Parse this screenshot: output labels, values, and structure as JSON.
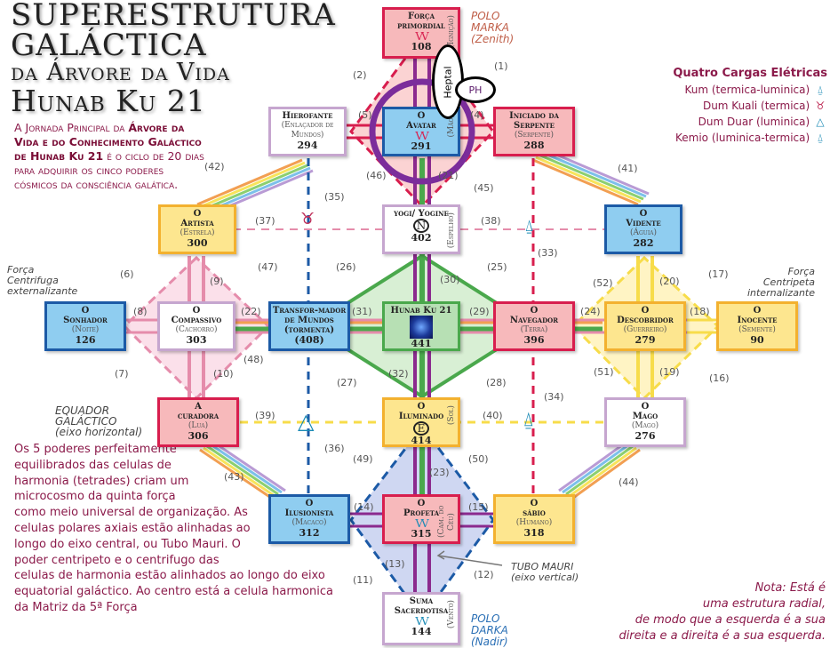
{
  "title": {
    "line1": "SUPERESTRUTURA",
    "line2": "GALÁCTICA",
    "line3": "da Árvore da Vida",
    "line4": "Hunab Ku 21"
  },
  "intro": {
    "part1": "A Jornada Principal da",
    "bold": "Árvore da Vida e do Conhecimento Galáctico de Hunab Ku 21",
    "part2": "é o ciclo de 20 dias para adquirir os cinco poderes cósmicos da consciência galática."
  },
  "body_text": "Os 5 poderes perfeitamente equilibrados das celulas de harmonia (tetrades) criam um microcosmo da quinta força como meio universal de organização. As celulas polares axiais estão alinhadas ao longo do eixo central, ou Tubo Mauri. O poder centripeto e o centrifugo das celulas de harmonia estão alinhados ao longo do eixo equatorial galáctico. Ao centro está a celula harmonica da Matriz da 5ª Força",
  "note": [
    "Nota: Está é",
    "uma estrutura radial,",
    "de modo que a esquerda é a sua",
    "direita e a direita é a sua esquerda."
  ],
  "labels": {
    "centrifuga": [
      "Força",
      "Centrifuga",
      "externalizante"
    ],
    "centripeta": [
      "Força",
      "Centripeta",
      "internalizante"
    ],
    "equador": [
      "EQUADOR",
      "GALÁCTICO",
      "(eixo horizontal)"
    ],
    "tubo": [
      "TUBO MAURI",
      "(eixo vertical)"
    ],
    "polo_marka": [
      "POLO",
      "MARKA",
      "(Zenith)"
    ],
    "polo_darka": [
      "POLO",
      "DARKA",
      "(Nadir)"
    ]
  },
  "legend": {
    "title": "Quatro Cargas Elétricas",
    "items": [
      {
        "label": "Kum (termica-luminica)",
        "icon": "kum-icon",
        "glyph": "⍙"
      },
      {
        "label": "Dum Kuali (termica)",
        "icon": "dum-kuali-icon",
        "glyph": "♉"
      },
      {
        "label": "Dum Duar (luminica)",
        "icon": "dum-duar-icon",
        "glyph": "△"
      },
      {
        "label": "Kemio (luminica-termica)",
        "icon": "kemio-icon",
        "glyph": "⍙"
      }
    ]
  },
  "annotations": {
    "heptal": "Heptal",
    "ph": "PH"
  },
  "nodes": {
    "forca": {
      "name": "Força primordial",
      "num": "108",
      "side": "(Ignição)",
      "glyph": "VV"
    },
    "hierofante": {
      "name": "Hierofante",
      "sub": "(Enlaçador de Mundos)",
      "num": "294"
    },
    "avatar": {
      "pre": "O",
      "name": "Avatar",
      "num": "291",
      "side": "(Mão)",
      "glyph": "VV"
    },
    "iniciado": {
      "name": "Iniciado da Serpente",
      "sub": "(Serpente)",
      "num": "288"
    },
    "artista": {
      "pre": "O",
      "name": "Artista",
      "sub": "(Estrela)",
      "num": "300"
    },
    "yogi": {
      "name": "yogi/ Yogine",
      "num": "402",
      "side": "(Espelho)",
      "glyph": "N"
    },
    "vidente": {
      "pre": "O",
      "name": "Vidente",
      "sub": "(Águia)",
      "num": "282"
    },
    "sonhador": {
      "pre": "O",
      "name": "Sonhador",
      "sub": "(Noite)",
      "num": "126"
    },
    "compassivo": {
      "pre": "O",
      "name": "Compassivo",
      "sub": "(Cachorro)",
      "num": "303"
    },
    "transformador": {
      "name": "Transfor-mador de Mundos (tormenta)",
      "num": "(408)"
    },
    "hunab": {
      "name": "Hunab Ku 21",
      "num": "441"
    },
    "navegador": {
      "pre": "O",
      "name": "Navegador",
      "sub": "(Terra)",
      "num": "396"
    },
    "descobridor": {
      "pre": "O",
      "name": "Descobridor",
      "sub": "(Guerreiro)",
      "num": "279"
    },
    "inocente": {
      "pre": "O",
      "name": "Inocente",
      "sub": "(Semente)",
      "num": "90"
    },
    "curadora": {
      "pre": "A",
      "name": "curadora",
      "sub": "(Lua)",
      "num": "306"
    },
    "iluminado": {
      "pre": "O",
      "name": "Iluminado",
      "num": "414",
      "side": "(Sol)",
      "glyph": "E"
    },
    "mago": {
      "pre": "O",
      "name": "Mago",
      "sub": "(Mago)",
      "num": "276"
    },
    "ilusionista": {
      "pre": "O",
      "name": "Ilusionista",
      "sub": "(Macaco)",
      "num": "312"
    },
    "profeta": {
      "pre": "O",
      "name": "Profeta",
      "num": "315",
      "side": "(Cam. do Céu)",
      "glyph": "VV"
    },
    "sabio": {
      "pre": "O",
      "name": "sábio",
      "sub": "(Humano)",
      "num": "318"
    },
    "suma": {
      "name": "Suma Sacerdotisa",
      "num": "144",
      "side": "(Vento)",
      "glyph": "VV"
    }
  },
  "connections": [
    "(1)",
    "(2)",
    "(4)",
    "(5)",
    "(46)",
    "(21)",
    "(45)",
    "(42)",
    "(41)",
    "(35)",
    "(37)",
    "(38)",
    "(33)",
    "(47)",
    "(26)",
    "(30)",
    "(25)",
    "(6)",
    "(9)",
    "(52)",
    "(20)",
    "(17)",
    "(8)",
    "(22)",
    "(31)",
    "(29)",
    "(24)",
    "(18)",
    "(48)",
    "(7)",
    "(10)",
    "(32)",
    "(27)",
    "(28)",
    "(51)",
    "(19)",
    "(16)",
    "(34)",
    "(39)",
    "(40)",
    "(36)",
    "(49)",
    "(23)",
    "(50)",
    "(43)",
    "(44)",
    "(14)",
    "(15)",
    "(13)",
    "(11)",
    "(12)"
  ],
  "colors": {
    "pink": "#d81e4e",
    "blue": "#1c5aa6",
    "yellow": "#f3b12f",
    "green": "#4aa84c",
    "purple": "#7b2d9b",
    "text": "#8b1a4a"
  }
}
